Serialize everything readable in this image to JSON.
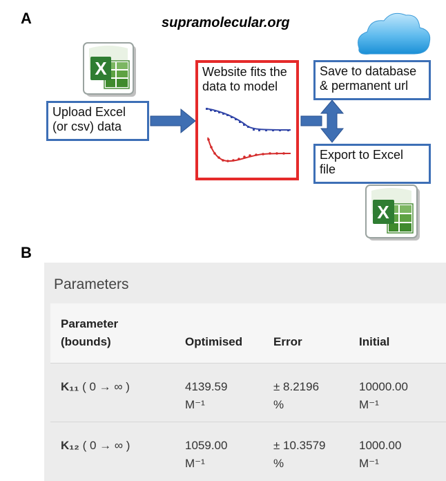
{
  "panel_a": {
    "letter": "A",
    "site_title": "supramolecular.org",
    "upload_box": {
      "line1": "Upload Excel",
      "line2": "(or csv) data"
    },
    "fit_box": {
      "line1": "Website fits the",
      "line2": "data to model"
    },
    "save_box": {
      "line1": "Save to database",
      "line2": "& permanent url"
    },
    "export_box": {
      "line1": "Export to Excel",
      "line2": "file"
    },
    "icons": [
      "excel-icon",
      "cloud-icon",
      "excel-icon"
    ],
    "colors": {
      "box_border": "#3d6fb6",
      "fit_border": "#e52a2a",
      "arrow": "#3f6fb3",
      "series_top": "#3347a8",
      "series_bottom": "#d42a2a"
    }
  },
  "panel_b": {
    "letter": "B",
    "heading": "Parameters",
    "columns": {
      "param_line1": "Parameter",
      "param_line2": "(bounds)",
      "optimised": "Optimised",
      "error": "Error",
      "initial": "Initial"
    },
    "rows": [
      {
        "k_name": "K₁₁",
        "bounds": " ( 0 → ∞ )",
        "optimised": "4139.59",
        "optimised_unit": "M⁻¹",
        "error": "± 8.2196",
        "error_unit": "%",
        "initial": "10000.00",
        "initial_unit": "M⁻¹"
      },
      {
        "k_name": "K₁₂",
        "bounds": " ( 0 → ∞ )",
        "optimised": "1059.00",
        "optimised_unit": "M⁻¹",
        "error": "± 10.3579",
        "error_unit": "%",
        "initial": "1000.00",
        "initial_unit": "M⁻¹"
      }
    ]
  }
}
